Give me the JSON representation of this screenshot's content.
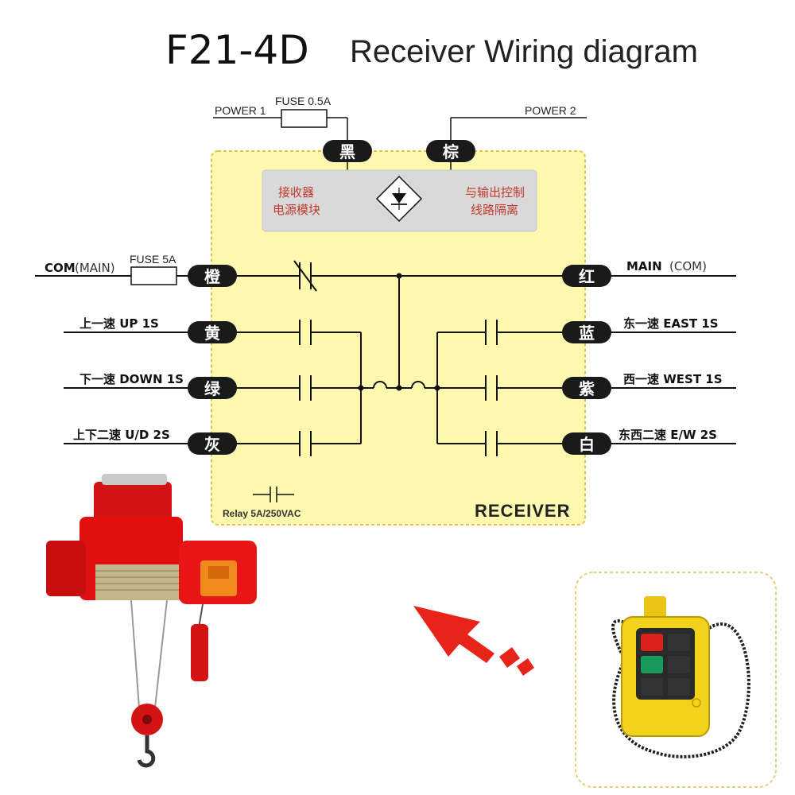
{
  "title": {
    "model": "F21-4D",
    "subtitle": "Receiver Wiring diagram"
  },
  "power": {
    "power1": "POWER 1",
    "power2": "POWER 2",
    "fuse1": "FUSE 0.5A",
    "terminal_black": "黑",
    "terminal_brown": "棕"
  },
  "isolation": {
    "left_line1": "接收器",
    "left_line2": "电源模块",
    "right_line1": "与输出控制",
    "right_line2": "线路隔离"
  },
  "left": {
    "com_main_bold": "COM",
    "com_main_light": "(MAIN)",
    "fuse5": "FUSE 5A",
    "t_orange": "橙",
    "t_yellow": "黄",
    "t_green": "绿",
    "t_grey": "灰",
    "up1": "上一速 UP 1S",
    "down1": "下一速 DOWN 1S",
    "ud2": "上下二速 U/D 2S"
  },
  "right": {
    "main_com_bold": "MAIN",
    "main_com_light": "(COM)",
    "t_red": "红",
    "t_blue": "蓝",
    "t_purple": "紫",
    "t_white": "白",
    "east1": "东一速 EAST 1S",
    "west1": "西一速 WEST 1S",
    "ew2": "东西二速 E/W 2S"
  },
  "receiver": {
    "label": "RECEIVER",
    "relay": "Relay 5A/250VAC"
  },
  "colors": {
    "panel_fill": "#fff9b0",
    "panel_border": "#e3c34a",
    "terminal": "#1a1a1a",
    "isolation_text": "#c0392b",
    "arrow": "#e8231a",
    "hoist": "#e01010",
    "remote": "#f2d21b"
  },
  "icons": {
    "hoist": "electric-hoist-icon",
    "remote": "remote-control-icon",
    "arrow": "arrow-icon"
  }
}
